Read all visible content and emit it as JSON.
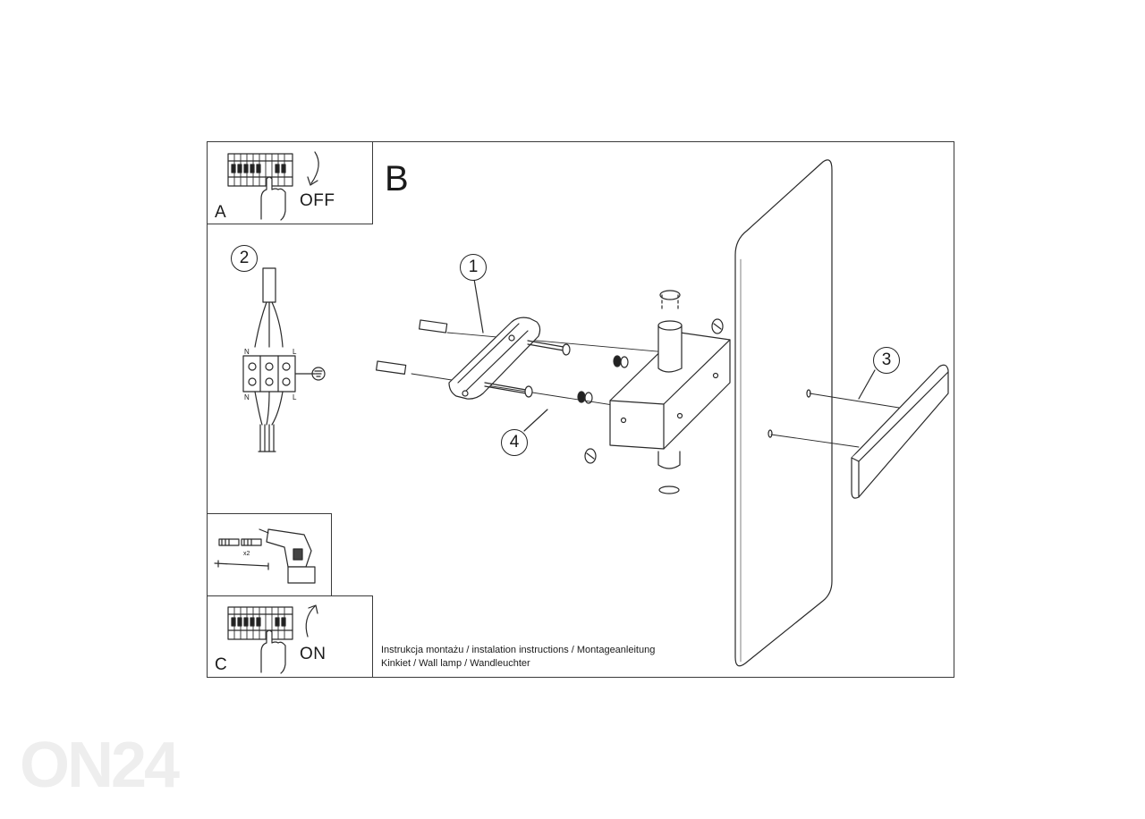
{
  "panel_a": {
    "letter": "A",
    "switch_word": "OFF"
  },
  "panel_b": {
    "letter": "B"
  },
  "panel_c": {
    "letter": "C",
    "switch_word": "ON"
  },
  "callouts": {
    "n1": "1",
    "n2": "2",
    "n3": "3",
    "n4": "4"
  },
  "wiring": {
    "neutral_top": "N",
    "neutral_bottom": "N",
    "live_top": "L",
    "live_bottom": "L"
  },
  "tools": {
    "quantity": "x2"
  },
  "caption": {
    "line1": "Instrukcja montażu / instalation instructions / Montageanleitung",
    "line2": "Kinkiet / Wall lamp / Wandleuchter"
  },
  "watermark": {
    "text": "ON24"
  }
}
